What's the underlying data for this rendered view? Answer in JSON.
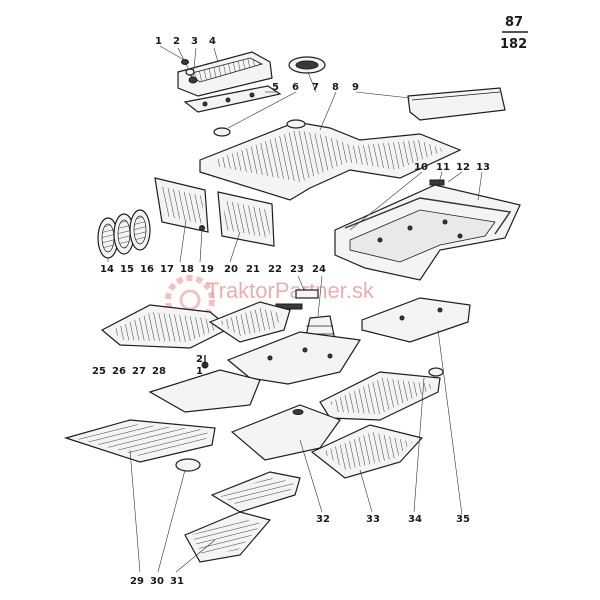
{
  "page_number": {
    "top": "87",
    "bottom": "182"
  },
  "watermark": "TraktorPartner.sk",
  "labels": {
    "l1": "1",
    "l2": "2",
    "l3": "3",
    "l4": "4",
    "l5": "5",
    "l6": "6",
    "l7": "7",
    "l8": "8",
    "l9": "9",
    "l10": "10",
    "l11": "11",
    "l12": "12",
    "l13": "13",
    "l14": "14",
    "l15": "15",
    "l16": "16",
    "l17": "17",
    "l18": "18",
    "l19": "19",
    "l20": "20",
    "l21": "21",
    "l22": "22",
    "l23": "23",
    "l24": "24",
    "l25": "25",
    "l26": "26",
    "l27": "27",
    "l28": "28",
    "l2b": "2",
    "l1b": "1",
    "l29": "29",
    "l30": "30",
    "l31": "31",
    "l32": "32",
    "l33": "33",
    "l34": "34",
    "l35": "35"
  },
  "colors": {
    "ink": "#1e1e1e",
    "paper": "#ffffff",
    "watermark": "#e69a9a"
  }
}
